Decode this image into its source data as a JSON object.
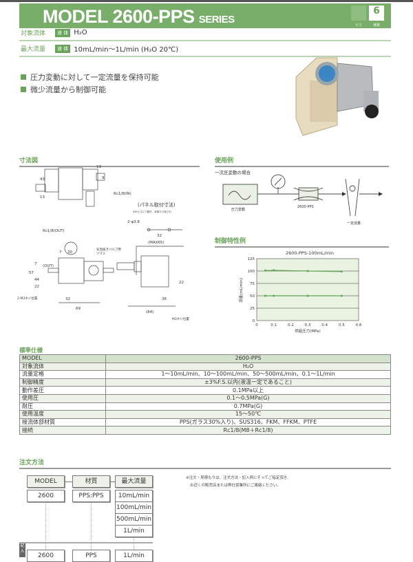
{
  "header": {
    "title": "MODEL 2600-PPS",
    "series": "SERIES",
    "icon_gas_label": "気体",
    "icon_liquid_label": "液体"
  },
  "props": [
    {
      "label": "対象流体",
      "tag": "液 体",
      "value": "H₂O"
    },
    {
      "label": "最大流量",
      "tag": "液 体",
      "value": "10mL/min～1L/min (H₂O 20℃)"
    }
  ],
  "features": [
    "圧力変動に対して一定流量を保持可能",
    "微少流量から制御可能"
  ],
  "dimensions": {
    "heading": "寸法図",
    "labels": {
      "d13a": "13",
      "d9": "9",
      "d43": "43",
      "d13b": "13",
      "rc_in": "Rc1/8(IN)",
      "rc_out": "Rc1/8(OUT)",
      "panel_title": "(パネル取付寸法)",
      "panel_note": "(M3ビスにて取付、本体ネジ深さ5)",
      "hole": "2-φ3.8",
      "d32a": "32",
      "d7a": "7",
      "d30": "30",
      "d7b": "7",
      "d57": "57",
      "d44": "44",
      "d22a": "22",
      "out": "(OUT)",
      "m3_2": "2-M3ネジ位置",
      "d32b": "32",
      "d69": "69",
      "valve": "気泡抜きバルブ用",
      "knob": "ツマミ",
      "max65": "(MAX65)",
      "d22b": "22",
      "d36": "36",
      "d84": "(84)",
      "m3": "M3ネジ位置"
    }
  },
  "usage": {
    "heading": "使用例",
    "case": "一次圧変動の場合",
    "source": "圧力変動",
    "device": "2600-PPS",
    "result": "一定流量"
  },
  "chart_heading": "制御特性例",
  "chart_data": {
    "type": "line",
    "title": "2600-PPS-100mL/min",
    "xlabel": "供給圧力(MPa)",
    "ylabel": "流量(mL/min)",
    "xlim": [
      0,
      0.6
    ],
    "ylim": [
      0,
      125
    ],
    "xticks": [
      "0",
      "0.1",
      "0.2",
      "0.3",
      "0.4",
      "0.5",
      "0.6"
    ],
    "yticks": [
      "0",
      "25",
      "50",
      "75",
      "100",
      "125"
    ],
    "grid": true,
    "series": [
      {
        "name": "100",
        "x": [
          0.05,
          0.1,
          0.3,
          0.5
        ],
        "y": [
          101,
          101.5,
          100,
          99
        ]
      },
      {
        "name": "50",
        "x": [
          0.05,
          0.1,
          0.3,
          0.5
        ],
        "y": [
          50,
          50,
          50,
          50
        ]
      }
    ]
  },
  "spec": {
    "heading": "標準仕様",
    "rows": [
      [
        "MODEL",
        "2600-PPS"
      ],
      [
        "対象流体",
        "H₂O"
      ],
      [
        "流量定格",
        "1～10mL/min、10～100mL/min、50～500mL/min、0.1～1L/min"
      ],
      [
        "制御精度",
        "±3%F.S.以内(液温一定であること)"
      ],
      [
        "動作差圧",
        "0.1MPa以上"
      ],
      [
        "使用圧",
        "0.1～0.5MPa(G)"
      ],
      [
        "耐圧",
        "0.7MPa(G)"
      ],
      [
        "使用温度",
        "15～50℃"
      ],
      [
        "接流体部材質",
        "PPS(ガラス30%入り)、SUS316、FKM、FFKM、PTFE"
      ],
      [
        "接続",
        "Rc1/8(M8＋Rc1/8)"
      ]
    ]
  },
  "order": {
    "heading": "注文方法",
    "headers": [
      "MODEL",
      "材質",
      "最大流量"
    ],
    "model": "2600",
    "material": "PPS:PPS",
    "flows": [
      "10mL/min",
      "100mL/min",
      "500mL/min",
      "1L/min"
    ],
    "note1": "※注文・見積もりは、注文方法・記入例にそってご指定頂き、",
    "note2": "お近くの販売店または弊社営業所にご連絡ください。",
    "example_label": "記入",
    "example": [
      "2600",
      "PPS",
      "1L/min"
    ]
  }
}
